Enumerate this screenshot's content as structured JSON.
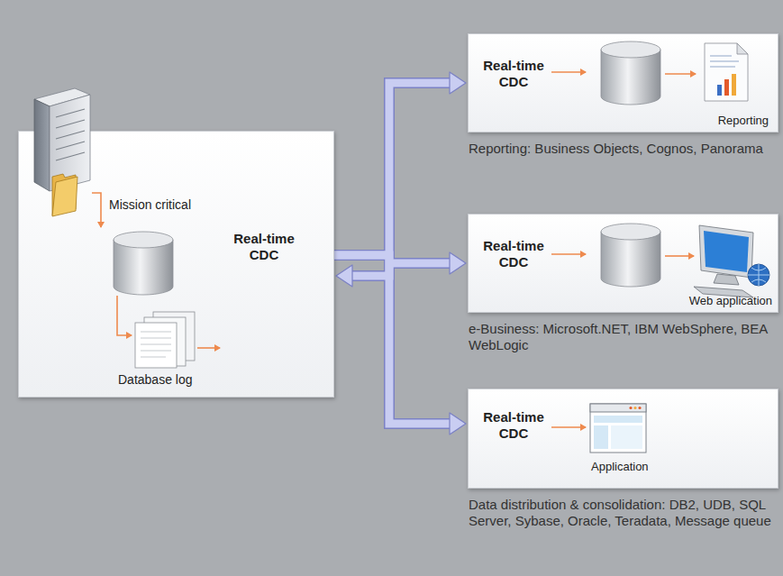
{
  "diagram": {
    "nodes": [
      {
        "text": [
          "Mission critical",
          "Database log",
          "Real-time CDC"
        ]
      },
      {
        "text": [
          "Real-time CDC",
          "Reporting",
          "Reporting: Business Objects, Cognos, Panorama"
        ]
      },
      {
        "text": [
          "Real-time CDC",
          "Web application",
          "e-Business: Microsoft.NET, IBM WebSphere, BEA WebLogic"
        ]
      },
      {
        "text": [
          "Real-time CDC",
          "Application",
          "Data distribution & consolidation: DB2, UDB, SQL Server, Sybase, Oracle, Teradata, Message queue"
        ]
      }
    ],
    "edges": [
      {
        "from": 0,
        "to": 1,
        "arrow": "to"
      },
      {
        "from": 0,
        "to": 2,
        "arrow": "both"
      },
      {
        "from": 0,
        "to": 3,
        "arrow": "to"
      }
    ]
  }
}
